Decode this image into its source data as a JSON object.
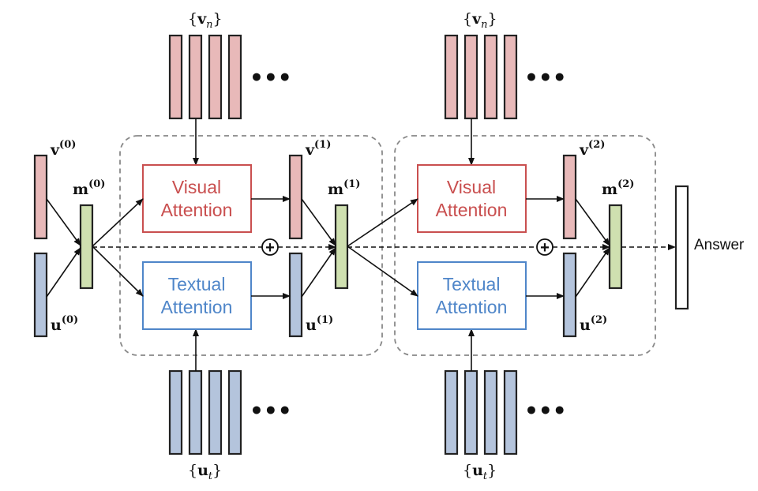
{
  "diagram": {
    "input_labels": {
      "v0": {
        "base": "v",
        "sup": "(0)"
      },
      "u0": {
        "base": "u",
        "sup": "(0)"
      },
      "m0": {
        "base": "m",
        "sup": "(0)"
      }
    },
    "stages": [
      {
        "visual_line1": "Visual",
        "visual_line2": "Attention",
        "textual_line1": "Textual",
        "textual_line2": "Attention",
        "v_out": {
          "base": "v",
          "sup": "(1)"
        },
        "u_out": {
          "base": "u",
          "sup": "(1)"
        },
        "m_out": {
          "base": "m",
          "sup": "(1)"
        },
        "visual_set": {
          "open": "{",
          "base": "v",
          "sub": "n",
          "close": "}"
        },
        "text_set": {
          "open": "{",
          "base": "u",
          "sub": "t",
          "close": "}"
        },
        "dots": "•••"
      },
      {
        "visual_line1": "Visual",
        "visual_line2": "Attention",
        "textual_line1": "Textual",
        "textual_line2": "Attention",
        "v_out": {
          "base": "v",
          "sup": "(2)"
        },
        "u_out": {
          "base": "u",
          "sup": "(2)"
        },
        "m_out": {
          "base": "m",
          "sup": "(2)"
        },
        "visual_set": {
          "open": "{",
          "base": "v",
          "sub": "n",
          "close": "}"
        },
        "text_set": {
          "open": "{",
          "base": "u",
          "sub": "t",
          "close": "}"
        },
        "dots": "•••"
      }
    ],
    "plus_symbol": "+",
    "answer_label": "Answer",
    "colors": {
      "visual": "#c94f4f",
      "textual": "#4f86c9",
      "visual_fill": "#e8b9b9",
      "textual_fill": "#b4c4dc",
      "memory_fill": "#cfe0b0"
    }
  }
}
